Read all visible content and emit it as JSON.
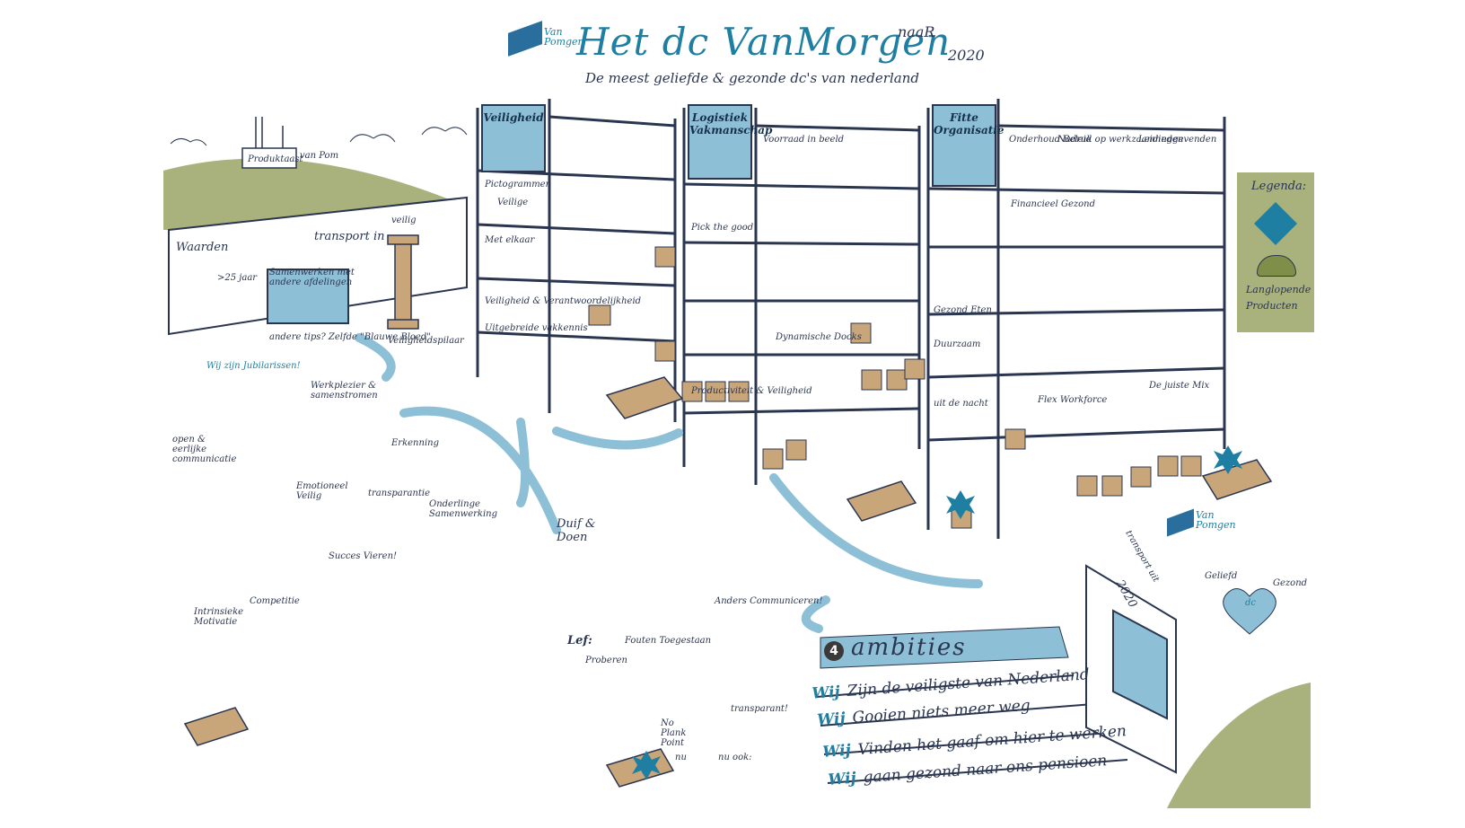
{
  "header": {
    "logo_text": "Van Pomgen",
    "title": "Het dc VanMorgen",
    "naar": "naaR",
    "year": "2020",
    "subtitle": "De meest geliefde & gezonde dc's van nederland"
  },
  "left_scene": {
    "factory_label": "Produktaast",
    "truck_label": "van Pom",
    "wall": {
      "waarden": "Waarden",
      "transport_in": "transport in",
      "samenwerken": "Samenwerken met andere afdelingen",
      "sign_years": ">25 jaar",
      "pillar_text": "veilig",
      "pillar_label": "Veiligheidspilaar"
    },
    "labels": {
      "blauwe_bloed": "andere tips? Zelfde \"Blauwe Bloed\"",
      "feestje": "Wij zijn Jubilarissen!",
      "werkplezier": "Werkplezier & samenstromen",
      "open_eerlijke": "open & eerlijke communicatie",
      "erkenning": "Erkenning",
      "transparantie": "transparantie",
      "onderlinge": "Onderlinge Samenwerking",
      "succes": "Succes Vieren!",
      "competitie": "Competitie",
      "intrinsieke": "Intrinsieke Motivatie",
      "duif_doen": "Duif & Doen",
      "emotioneel": "Emotioneel Veilig"
    }
  },
  "shelves": {
    "unit1_sign": "Veiligheid",
    "unit2_sign": "Logistiek Vakmanschap",
    "unit3_sign": "Fitte Organisatie",
    "unit1_items": [
      "Pictogrammen",
      "Veilige",
      "Met elkaar",
      "Veiligheid & Verantwoordelijkheid",
      "Uitgebreide vakkennis"
    ],
    "unit2_items": [
      "Voorraad in beeld",
      "Pick the good",
      "Dynamische Docks",
      "Productiviteit & Veiligheid"
    ],
    "unit3_items": [
      "Onderhoud Beleid",
      "Nadruk op werkzaamheden",
      "Leidinggevenden",
      "Financieel Gezond",
      "Gezond Eten",
      "Duurzaam",
      "uit de nacht",
      "Flex Workforce",
      "De juiste Mix"
    ]
  },
  "legend": {
    "title": "Legenda:",
    "item": "Langlopende Producten"
  },
  "center_labels": {
    "lef": "Lef:",
    "proberen": "Proberen",
    "fouten": "Fouten Toegestaan",
    "anders": "Anders Communiceren!",
    "transparant": "transparant!",
    "nu": "nu",
    "nu_ook": "nu ook:",
    "no_plank": "No Plank Point"
  },
  "ambities": {
    "number": "4",
    "title": "ambities",
    "lines": [
      {
        "wij": "Wij",
        "text": "Zijn de veiligste van Nederland"
      },
      {
        "wij": "Wij",
        "text": "Gooien niets meer weg"
      },
      {
        "wij": "Wij",
        "text": "Vinden het gaaf om hier te werken"
      },
      {
        "wij": "Wij",
        "text": "gaan gezond naar ons pensioen"
      }
    ]
  },
  "right_scene": {
    "transport_uit": "transport uit",
    "year": "2020",
    "geliefd": "Geliefd",
    "gezond": "Gezond",
    "dc_label": "dc",
    "logo_text": "Van Pomgen"
  },
  "colors": {
    "blue": "#1e7fa3",
    "light_blue": "#8dbfd6",
    "green": "#a9b27c",
    "navy": "#2a3550",
    "box": "#c9a57a"
  }
}
